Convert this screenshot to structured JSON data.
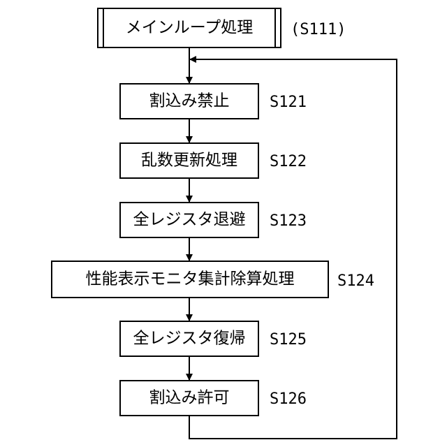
{
  "diagram": {
    "start": {
      "text": "メインループ処理",
      "label": "(S111)"
    },
    "steps": [
      {
        "text": "割込み禁止",
        "label": "S121"
      },
      {
        "text": "乱数更新処理",
        "label": "S122"
      },
      {
        "text": "全レジスタ退避",
        "label": "S123"
      },
      {
        "text": "性能表示モニタ集計除算処理",
        "label": "S124"
      },
      {
        "text": "全レジスタ復帰",
        "label": "S125"
      },
      {
        "text": "割込み許可",
        "label": "S126"
      }
    ]
  }
}
